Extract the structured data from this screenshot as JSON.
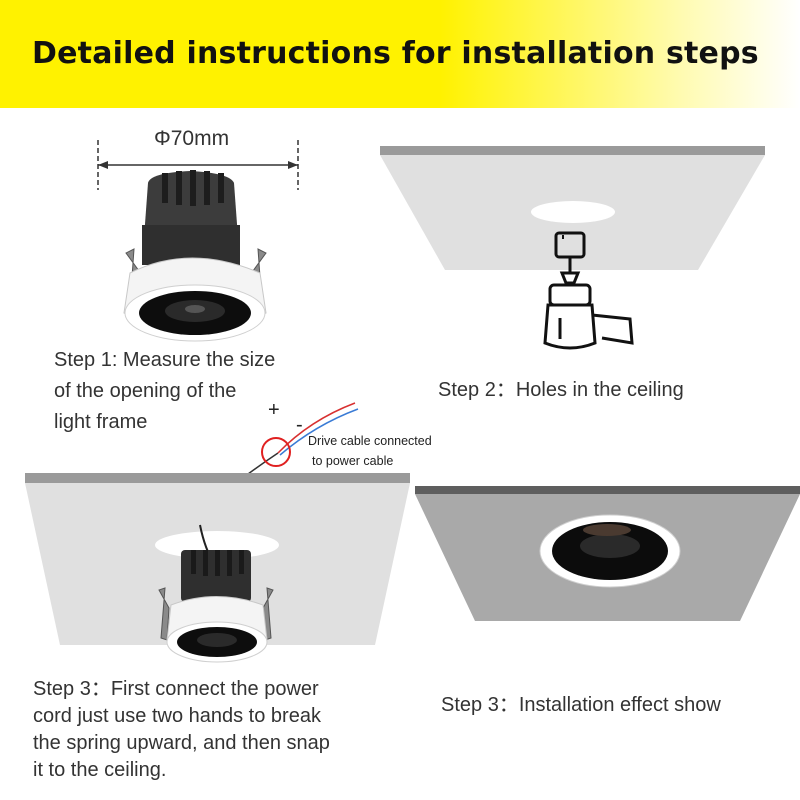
{
  "header": {
    "title": "Detailed instructions for installation steps",
    "background": "#fff200"
  },
  "step1": {
    "dimension": "Φ70mm",
    "lines": [
      "Step 1: Measure the size",
      "of the opening of the",
      "light frame"
    ]
  },
  "step2": {
    "caption": "Step 2：Holes in the ceiling"
  },
  "wiring": {
    "plus": "+",
    "minus": "-",
    "note_lines": [
      "Drive cable connected",
      "to power cable"
    ]
  },
  "step3": {
    "lines": [
      "Step 3：First connect the power",
      "cord just use two hands to break",
      "the spring upward, and then snap",
      "it to the ceiling."
    ]
  },
  "step4": {
    "caption": "Step 3：Installation effect show"
  }
}
